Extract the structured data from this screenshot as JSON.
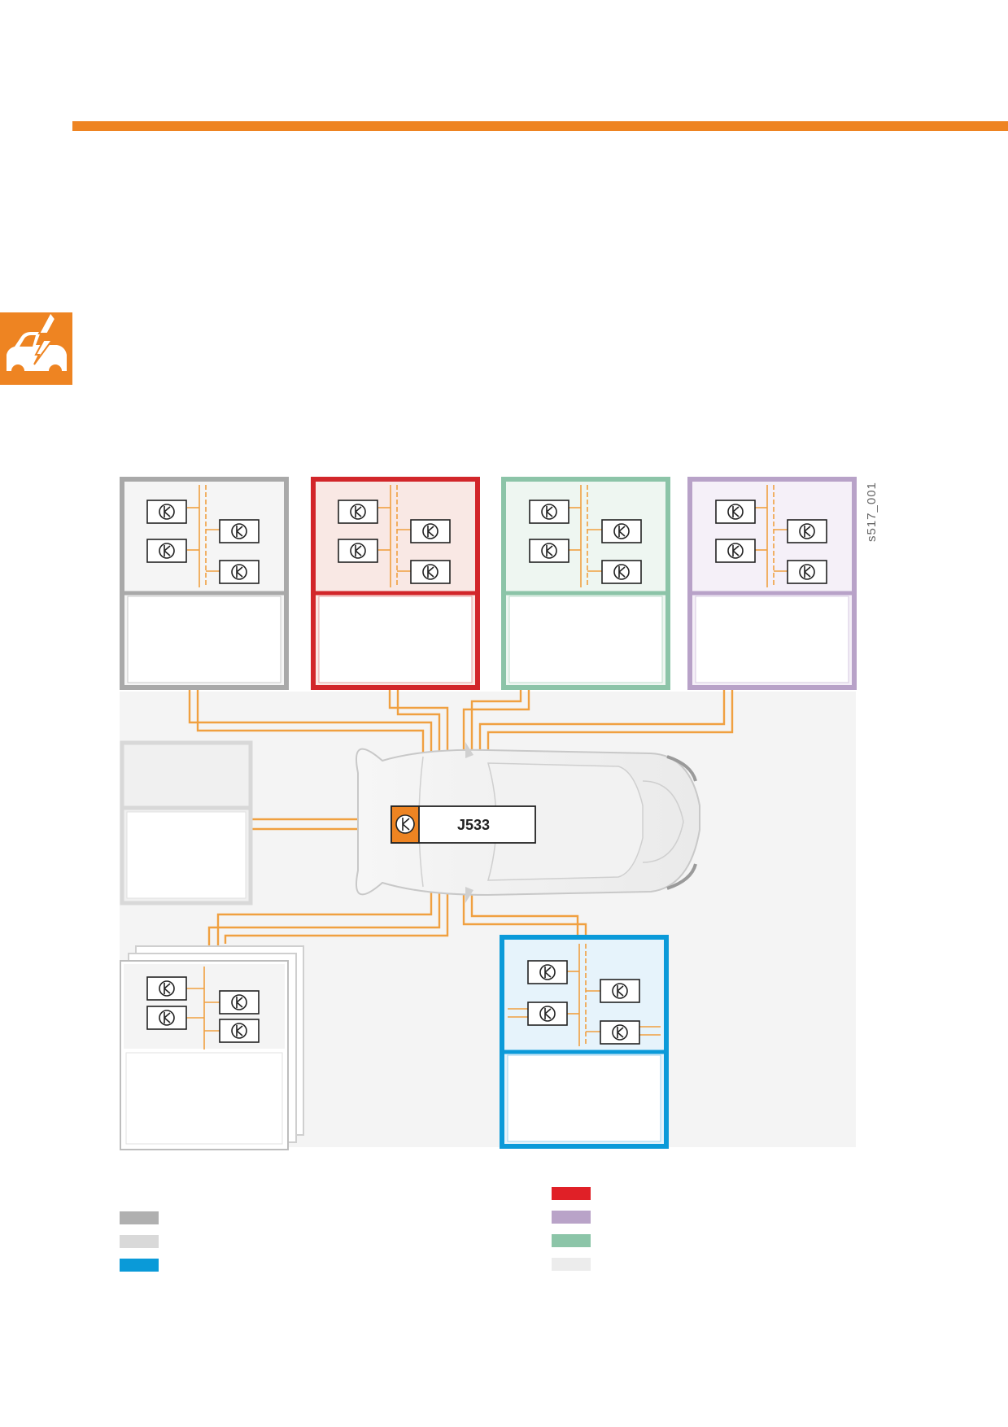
{
  "colors": {
    "brand_orange": "#ee8422",
    "wire_orange": "#f0a040",
    "drivetrain_grey": "#a9a9a9",
    "chassis_red": "#d2262a",
    "comfort_green": "#8cc4a8",
    "infotainment_purple": "#b8a2c8",
    "diagnosis_lightgrey": "#d8d8d8",
    "extended_blue": "#0b9ad9",
    "sub_white": "#eeeeee"
  },
  "header": {
    "section_icon": "car-electrics-icon"
  },
  "diagram": {
    "gateway_label": "J533",
    "figure_id": "s517_001",
    "node_icon": "can-node-icon"
  },
  "legend": {
    "left": [
      {
        "swatch": "drivetrain_grey",
        "color": "#b0b0b0"
      },
      {
        "swatch": "diagnosis_lightgrey",
        "color": "#d9d9d9"
      },
      {
        "swatch": "extended_blue",
        "color": "#0a9ad8"
      }
    ],
    "right": [
      {
        "swatch": "chassis_red",
        "color": "#e02027"
      },
      {
        "swatch": "infotainment_purple",
        "color": "#b9a3c8"
      },
      {
        "swatch": "comfort_green",
        "color": "#8cc5a8"
      },
      {
        "swatch": "sub_white",
        "color": "#ececec"
      }
    ]
  }
}
